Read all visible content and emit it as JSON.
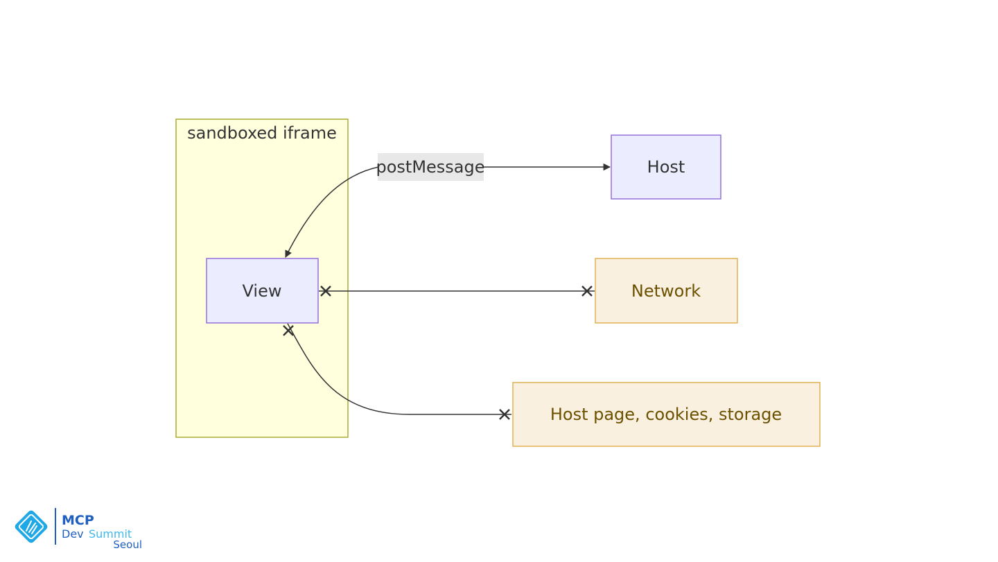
{
  "diagram": {
    "group": {
      "label": "sandboxed iframe",
      "fill": "#FFFFDE",
      "stroke": "#AAAA33"
    },
    "nodes": {
      "view": {
        "label": "View",
        "fill": "#ECECFF",
        "stroke": "#9370DB",
        "text_color": "#333333"
      },
      "host": {
        "label": "Host",
        "fill": "#ECECFF",
        "stroke": "#9370DB",
        "text_color": "#333333"
      },
      "network": {
        "label": "Network",
        "fill": "#FAF0E0",
        "stroke": "#E0B050",
        "text_color": "#6B5000"
      },
      "host_page": {
        "label": "Host page, cookies, storage",
        "fill": "#FAF0E0",
        "stroke": "#E0B050",
        "text_color": "#6B5000"
      }
    },
    "edges": {
      "post_message": {
        "label": "postMessage",
        "label_bg": "#E8E8E8",
        "from": "View",
        "to": "Host",
        "type": "arrow"
      },
      "network_block": {
        "from": "View",
        "to": "Network",
        "type": "cross"
      },
      "host_page_block": {
        "from": "View",
        "to": "Host page, cookies, storage",
        "type": "cross"
      }
    },
    "line_color": "#333333"
  },
  "logo": {
    "line1": "MCP",
    "line2_a": "Dev",
    "line2_b": "Summit",
    "line3": "Seoul",
    "colors": {
      "primary": "#1F5FBF",
      "accent": "#1EA8E6",
      "light": "#3FB8EE"
    }
  }
}
